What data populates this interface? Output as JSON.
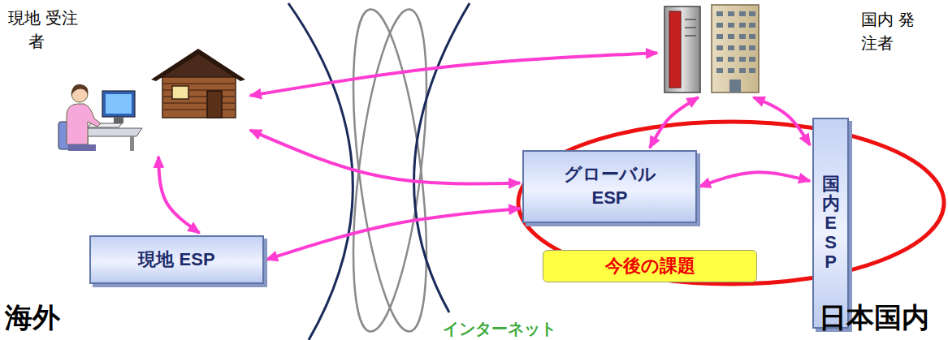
{
  "diagram": {
    "nodes": [
      {
        "text": [
          "現地 受注者"
        ]
      },
      {
        "text": [
          "国内 発注者"
        ]
      },
      {
        "text": [
          "グローバル ESP"
        ]
      },
      {
        "text": [
          "国内 ESP"
        ]
      },
      {
        "text": [
          "現地 ESP"
        ]
      },
      {
        "text": [
          "今後の課題"
        ]
      }
    ],
    "edges": [
      {
        "from": 0,
        "to": 1,
        "arrow": "both"
      },
      {
        "from": 0,
        "to": 2,
        "arrow": "both"
      },
      {
        "from": 0,
        "to": 4,
        "arrow": "both"
      },
      {
        "from": 4,
        "to": 2,
        "arrow": "both"
      },
      {
        "from": 1,
        "to": 2,
        "arrow": "both"
      },
      {
        "from": 1,
        "to": 3,
        "arrow": "both"
      },
      {
        "from": 2,
        "to": 3,
        "arrow": "both"
      }
    ],
    "labels": [
      "海外",
      "インターネット",
      "日本国内"
    ]
  }
}
